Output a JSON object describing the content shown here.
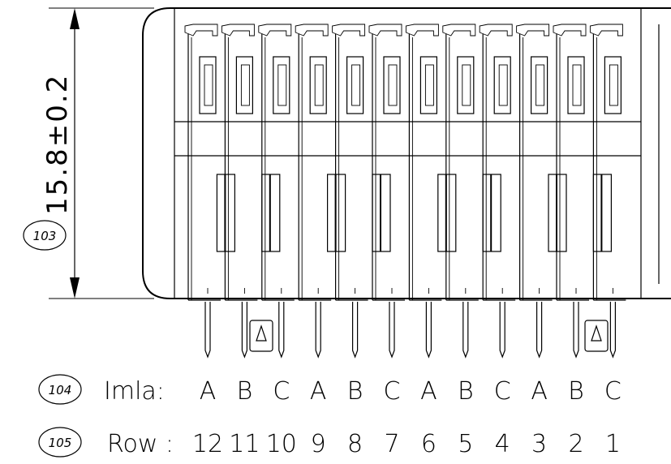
{
  "dimension": {
    "label": "15.8±0.2"
  },
  "callouts": [
    {
      "id": "103"
    },
    {
      "id": "104"
    },
    {
      "id": "105"
    }
  ],
  "imla_row": {
    "label": "Imla:",
    "values": [
      "A",
      "B",
      "C",
      "A",
      "B",
      "C",
      "A",
      "B",
      "C",
      "A",
      "B",
      "C"
    ]
  },
  "number_row": {
    "label": "Row :",
    "values": [
      "12",
      "11",
      "10",
      "9",
      "8",
      "7",
      "6",
      "5",
      "4",
      "3",
      "2",
      "1"
    ]
  }
}
